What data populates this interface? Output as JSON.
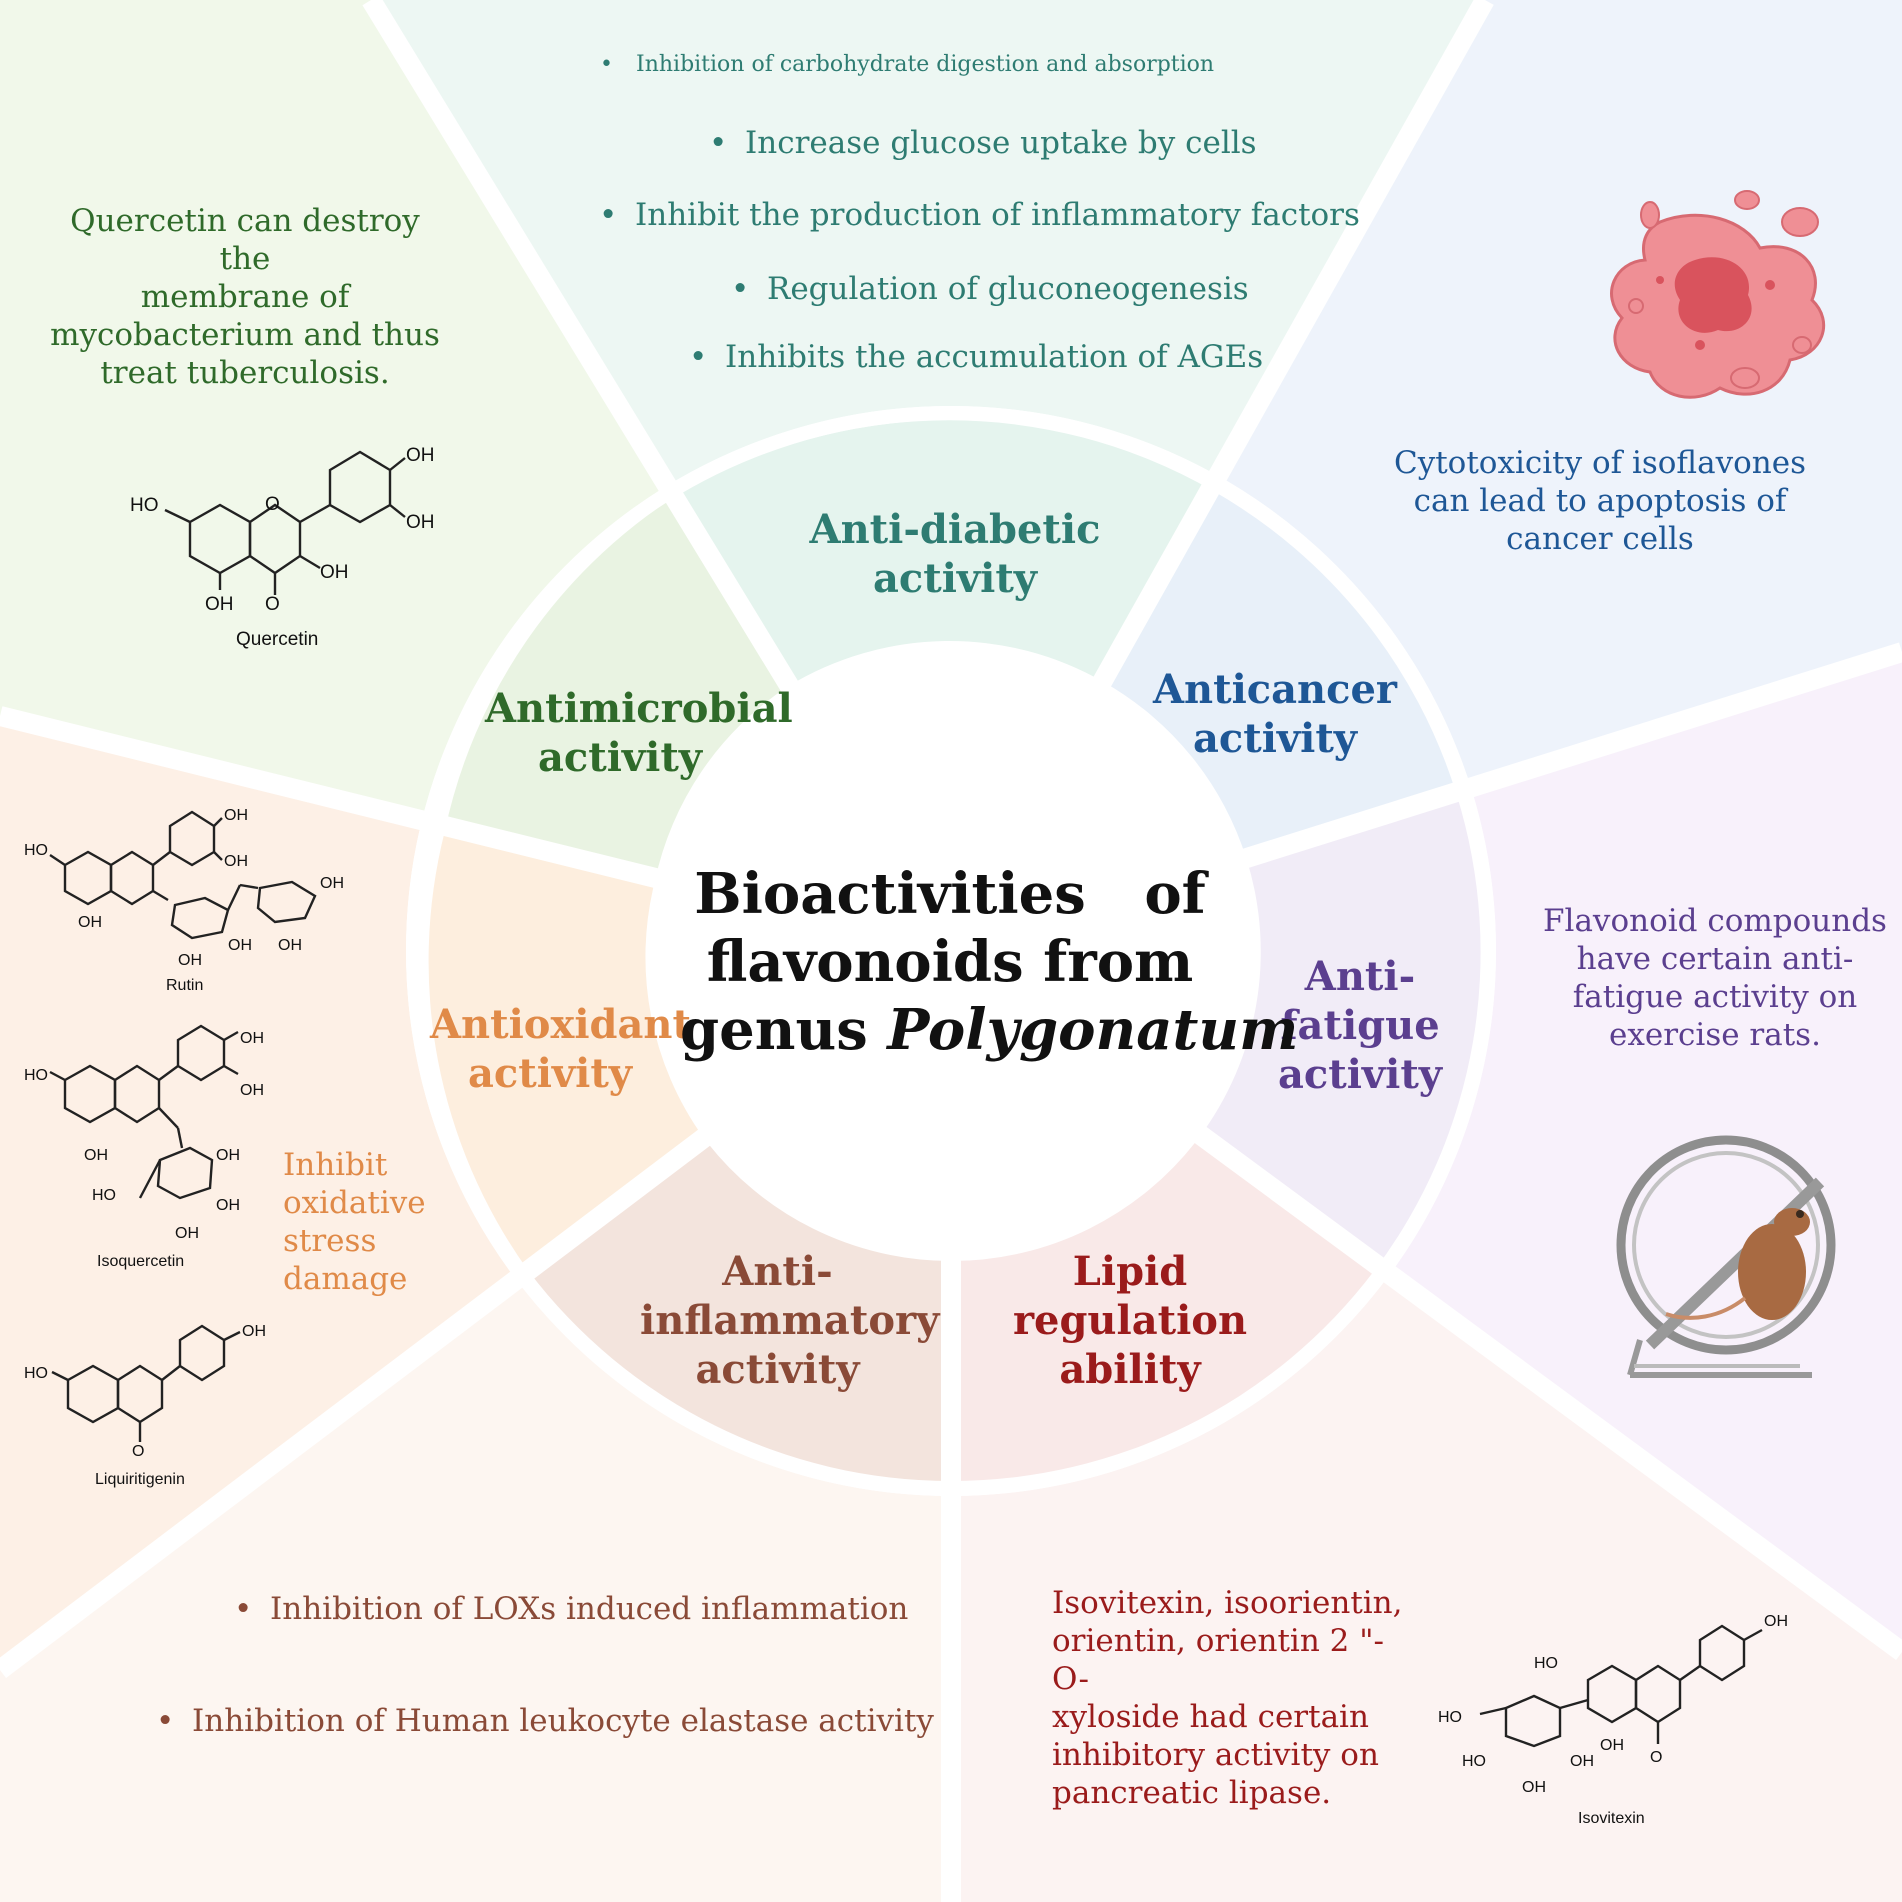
{
  "center": {
    "title_line1": "Bioactivities   of",
    "title_line2": "flavonoids from",
    "title_line3_plain": "genus ",
    "title_line3_italic": "Polygonatum"
  },
  "segments": [
    {
      "id": "antidiabetic",
      "label_line1": "Anti-diabetic",
      "label_line2": "activity",
      "color": "#2e7c72"
    },
    {
      "id": "anticancer",
      "label_line1": "Anticancer",
      "label_line2": "activity",
      "color": "#1e5796"
    },
    {
      "id": "antifatigue",
      "label_line1": "Anti-",
      "label_line2": "fatigue",
      "label_line3": "activity",
      "color": "#5b3f8f"
    },
    {
      "id": "lipid",
      "label_line1": "Lipid",
      "label_line2": "regulation",
      "label_line3": "ability",
      "color": "#9a1b1b"
    },
    {
      "id": "antiinflammatory",
      "label_line1": "Anti-",
      "label_line2": "inflammatory",
      "label_line3": "activity",
      "color": "#8a4a37"
    },
    {
      "id": "antioxidant",
      "label_line1": "Antioxidant",
      "label_line2": "activity",
      "color": "#e08a48"
    },
    {
      "id": "antimicrobial",
      "label_line1": "Antimicrobial",
      "label_line2": "activity",
      "color": "#2f6a2a"
    }
  ],
  "antidiabetic_bullets": [
    "Inhibition of carbohydrate digestion and absorption",
    "Increase glucose uptake by cells",
    "Inhibit the production of inflammatory factors",
    "Regulation of gluconeogenesis",
    "Inhibits the accumulation of AGEs"
  ],
  "antimicrobial_text": {
    "line1": "Quercetin can destroy the",
    "line2": "membrane of",
    "line3": "mycobacterium and thus",
    "line4": "treat tuberculosis."
  },
  "anticancer_text": {
    "line1": "Cytotoxicity of isoflavones",
    "line2": "can lead to apoptosis of",
    "line3": "cancer cells"
  },
  "antifatigue_text": {
    "line1": "Flavonoid compounds",
    "line2": "have certain anti-",
    "line3": "fatigue activity on",
    "line4": "exercise rats."
  },
  "antioxidant_text": {
    "line1": "Inhibit",
    "line2": "oxidative",
    "line3": "stress",
    "line4": "damage"
  },
  "antiinflammatory_bullets": [
    "Inhibition of LOXs induced inflammation",
    "Inhibition of Human leukocyte elastase activity"
  ],
  "lipid_text": {
    "line1": "Isovitexin, isoorientin,",
    "line2": "orientin, orientin 2 \"-O-",
    "line3": "xyloside had certain",
    "line4": "inhibitory activity on",
    "line5": "pancreatic lipase."
  },
  "molecules": {
    "quercetin": "Quercetin",
    "rutin": "Rutin",
    "isoquercetin": "Isoquercetin",
    "liquiritigenin": "Liquiritigenin",
    "isovitexin": "Isovitexin"
  },
  "chem_text": {
    "ho": "HO",
    "oh": "OH",
    "o": "O"
  },
  "colors": {
    "green": "#2f6a2a",
    "teal": "#2e7c72",
    "blue": "#1e5796",
    "purple": "#5b3f8f",
    "red": "#9a1b1b",
    "brown": "#8a4a37",
    "orange": "#e08a48"
  }
}
